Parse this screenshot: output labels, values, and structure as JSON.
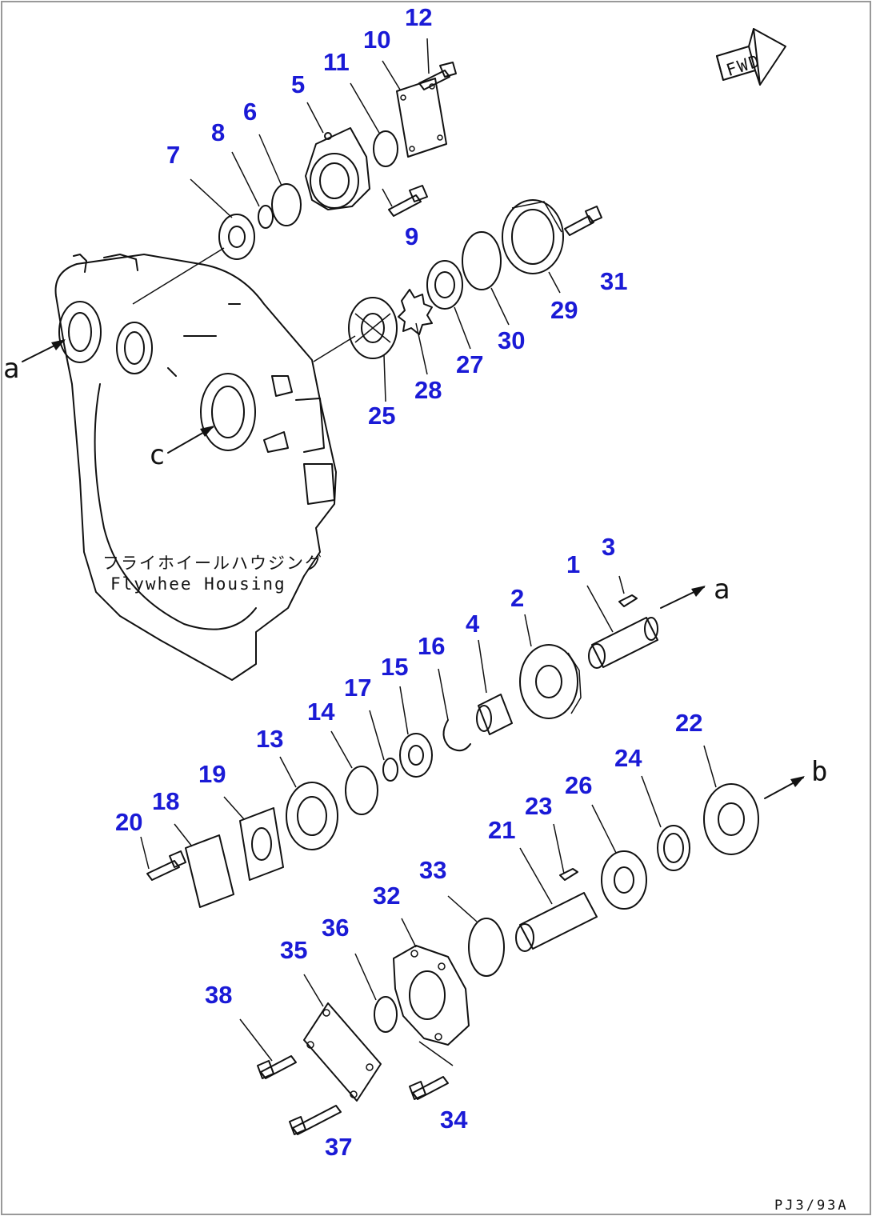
{
  "diagram": {
    "callouts": [
      "1",
      "2",
      "3",
      "4",
      "5",
      "6",
      "7",
      "8",
      "9",
      "10",
      "11",
      "12",
      "13",
      "14",
      "15",
      "16",
      "17",
      "18",
      "19",
      "20",
      "21",
      "22",
      "23",
      "24",
      "25",
      "26",
      "27",
      "28",
      "29",
      "30",
      "31",
      "32",
      "33",
      "34",
      "35",
      "36",
      "37",
      "38"
    ],
    "arrow_refs": {
      "a": "a",
      "b": "b",
      "c": "c"
    },
    "housing_label_jp": "フライホイールハウジング",
    "housing_label_en": "Flywhee Housing",
    "fwd_label": "FWD",
    "drawing_code": "PJ3/93A"
  },
  "colors": {
    "callout": "#1a1ad6",
    "linework": "#111111",
    "background": "#ffffff"
  }
}
